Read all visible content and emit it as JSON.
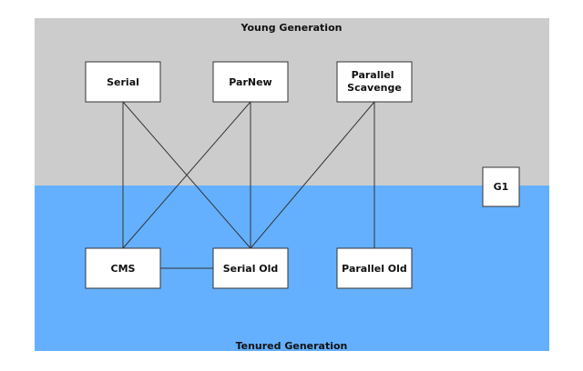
{
  "regions": {
    "young": {
      "label": "Young Generation",
      "color": "#cccccc"
    },
    "tenured": {
      "label": "Tenured Generation",
      "color": "#64b0fe"
    }
  },
  "collectors": {
    "serial": {
      "label": "Serial"
    },
    "parnew": {
      "label": "ParNew"
    },
    "parallel_scavenge": {
      "lines": [
        "Parallel",
        "Scavenge"
      ]
    },
    "g1": {
      "label": "G1"
    },
    "cms": {
      "label": "CMS"
    },
    "serial_old": {
      "label": "Serial Old"
    },
    "parallel_old": {
      "label": "Parallel Old"
    }
  },
  "connections": [
    [
      "serial",
      "cms"
    ],
    [
      "serial",
      "serial_old"
    ],
    [
      "parnew",
      "cms"
    ],
    [
      "parnew",
      "serial_old"
    ],
    [
      "parallel_scavenge",
      "serial_old"
    ],
    [
      "parallel_scavenge",
      "parallel_old"
    ],
    [
      "cms",
      "serial_old"
    ]
  ],
  "colors": {
    "box_fill": "#ffffff",
    "box_stroke": "#333333",
    "line": "#333333",
    "text": "#111111"
  }
}
